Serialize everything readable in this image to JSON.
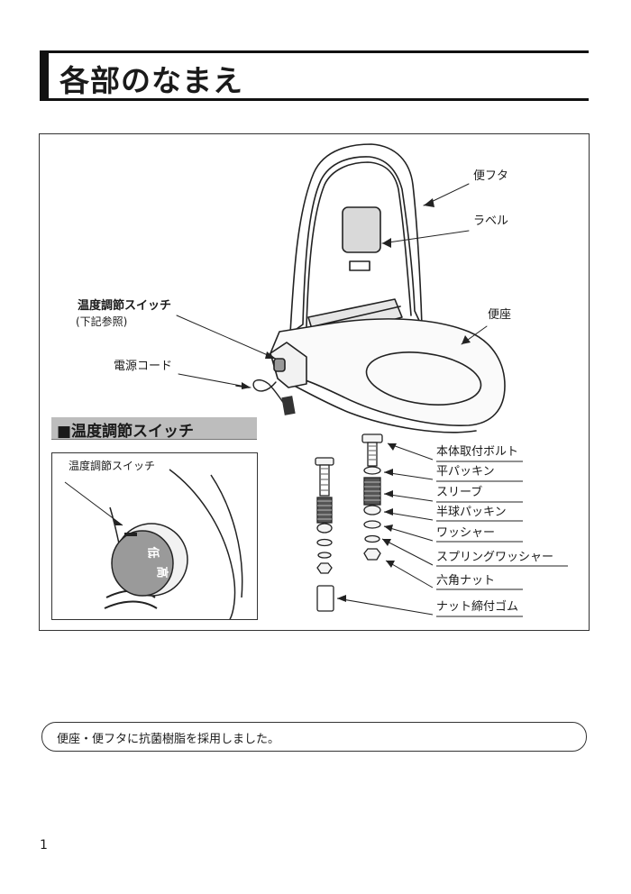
{
  "header": {
    "title": "各部のなまえ"
  },
  "diagram": {
    "labels": {
      "lid": "便フタ",
      "label": "ラベル",
      "seat": "便座",
      "temp_switch": "温度調節スイッチ",
      "temp_switch_ref": "(下記参照)",
      "power_cord": "電源コード"
    },
    "parts": [
      "本体取付ボルト",
      "平パッキン",
      "スリーブ",
      "半球パッキン",
      "ワッシャー",
      "スプリングワッシャー",
      "六角ナット",
      "ナット締付ゴム"
    ]
  },
  "inset": {
    "title": "■温度調節スイッチ",
    "callout": "温度調節スイッチ",
    "dial_marks": [
      "低",
      "高"
    ]
  },
  "note": "便座・便フタに抗菌樹脂を採用しました。",
  "page_number": "1"
}
